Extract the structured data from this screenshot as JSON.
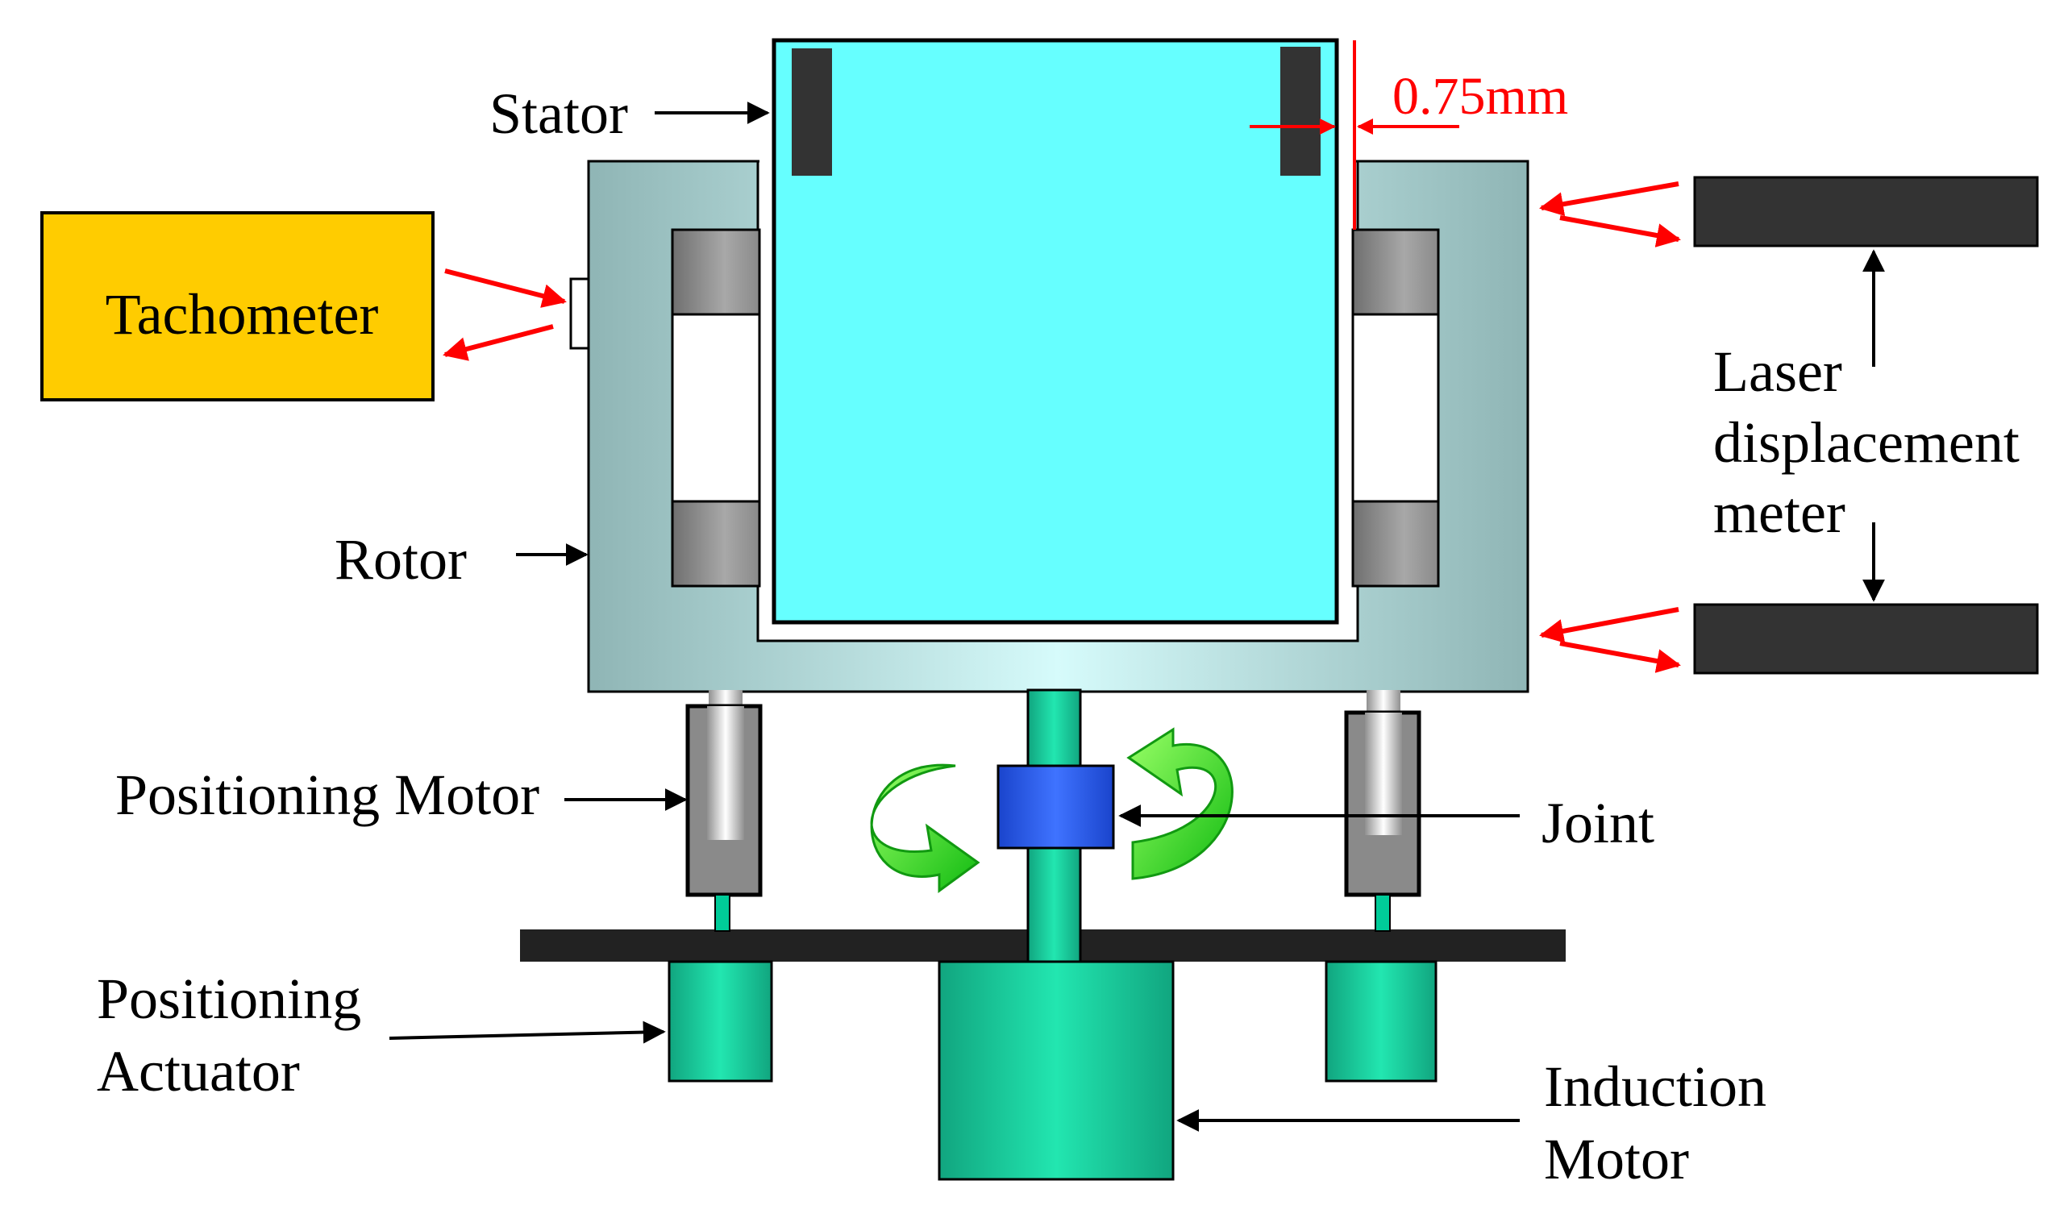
{
  "labels": {
    "stator": "Stator",
    "gap": "0.75mm",
    "tachometer": "Tachometer",
    "rotor": "Rotor",
    "laser_line1": "Laser",
    "laser_line2": "displacement",
    "laser_line3": "meter",
    "positioning_motor": "Positioning Motor",
    "joint": "Joint",
    "positioning_actuator_line1": "Positioning",
    "positioning_actuator_line2": "Actuator",
    "induction_motor_line1": "Induction",
    "induction_motor_line2": "Motor"
  },
  "colors": {
    "stator_fill": "#66ffff",
    "rotor_fill": "#9fc3c3",
    "tachometer_fill": "#ffcc00",
    "magnet_dark": "#333333",
    "pole_gray": "#8a8a8a",
    "green_parts": "#00cc99",
    "joint_blue": "#3366ff",
    "rotation_arrow": "#33dd33",
    "laser_beam": "#ff0000",
    "sensor_head": "#333333"
  },
  "icons": {
    "rotation": "curved-rotation-arrow-icon",
    "laser": "laser-beam-icon"
  }
}
